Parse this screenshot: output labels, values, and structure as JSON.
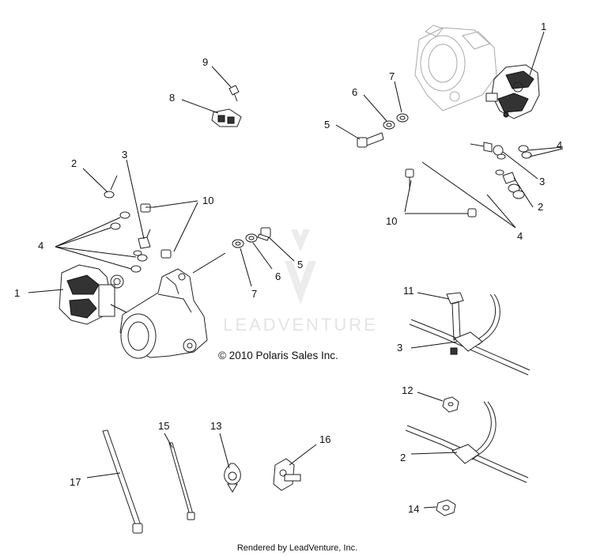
{
  "copyright": "© 2010 Polaris Sales Inc.",
  "footer": "Rendered by LeadVenture, Inc.",
  "watermark": "LEADVENTURE",
  "callouts": {
    "c1_right": "1",
    "c7_top": "7",
    "c6_top": "6",
    "c5_top": "5",
    "c9": "9",
    "c8": "8",
    "c4_right_top": "4",
    "c3_right": "3",
    "c2_right": "2",
    "c10_right": "10",
    "c4_right_bottom": "4",
    "c2_left": "2",
    "c3_left": "3",
    "c10_left": "10",
    "c4_left": "4",
    "c1_left": "1",
    "c5_mid": "5",
    "c6_mid": "6",
    "c7_mid": "7",
    "c11": "11",
    "c3_clamp": "3",
    "c12": "12",
    "c2_clamp": "2",
    "c14": "14",
    "c17": "17",
    "c15": "15",
    "c13": "13",
    "c16": "16"
  }
}
